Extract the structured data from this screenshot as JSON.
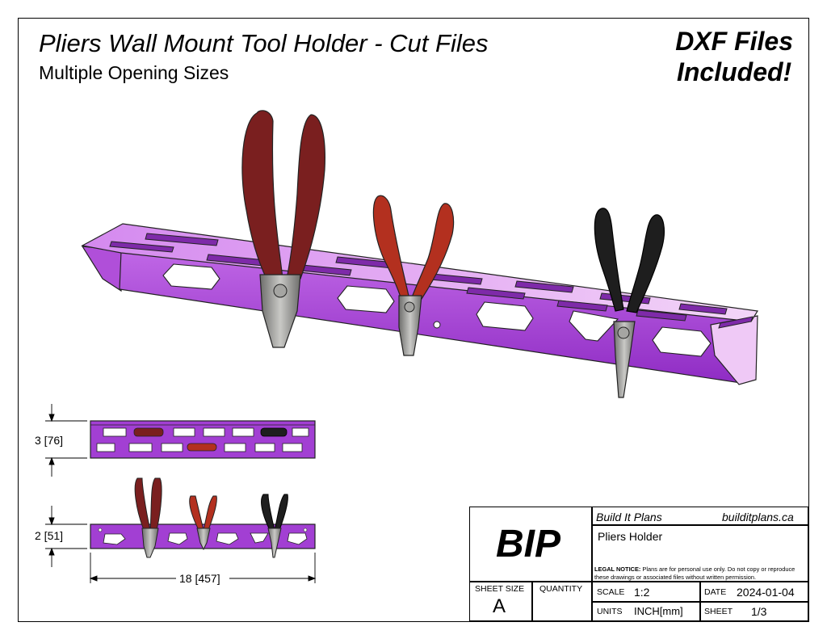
{
  "header": {
    "title": "Pliers Wall Mount Tool Holder - Cut Files",
    "subtitle": "Multiple Opening Sizes",
    "badge_line1": "DXF Files",
    "badge_line2": "Included!"
  },
  "dimensions": {
    "height_top": "3 [76]",
    "height_front": "2 [51]",
    "width": "18 [457]"
  },
  "title_block": {
    "logo": "BIP",
    "company": "Build It Plans",
    "website": "builditplans.ca",
    "part_name": "Pliers Holder",
    "legal_label": "LEGAL NOTICE:",
    "legal_text": "Plans are for personal use only. Do not copy or reproduce these drawings or associated files without written permission.",
    "sheet_size_label": "SHEET SIZE",
    "sheet_size": "A",
    "quantity_label": "QUANTITY",
    "scale_label": "SCALE",
    "scale": "1:2",
    "date_label": "DATE",
    "date": "2024-01-04",
    "units_label": "UNITS",
    "units": "INCH[mm]",
    "sheet_label": "SHEET",
    "sheet": "1/3"
  },
  "colors": {
    "holder": "#a23fd3",
    "holder_light": "#e9b2f3",
    "large_pliers_handle": "#7a1f1f",
    "medium_pliers_handle": "#b3301f",
    "small_pliers_handle": "#1e1e1e",
    "steel": "#8a8a88"
  }
}
